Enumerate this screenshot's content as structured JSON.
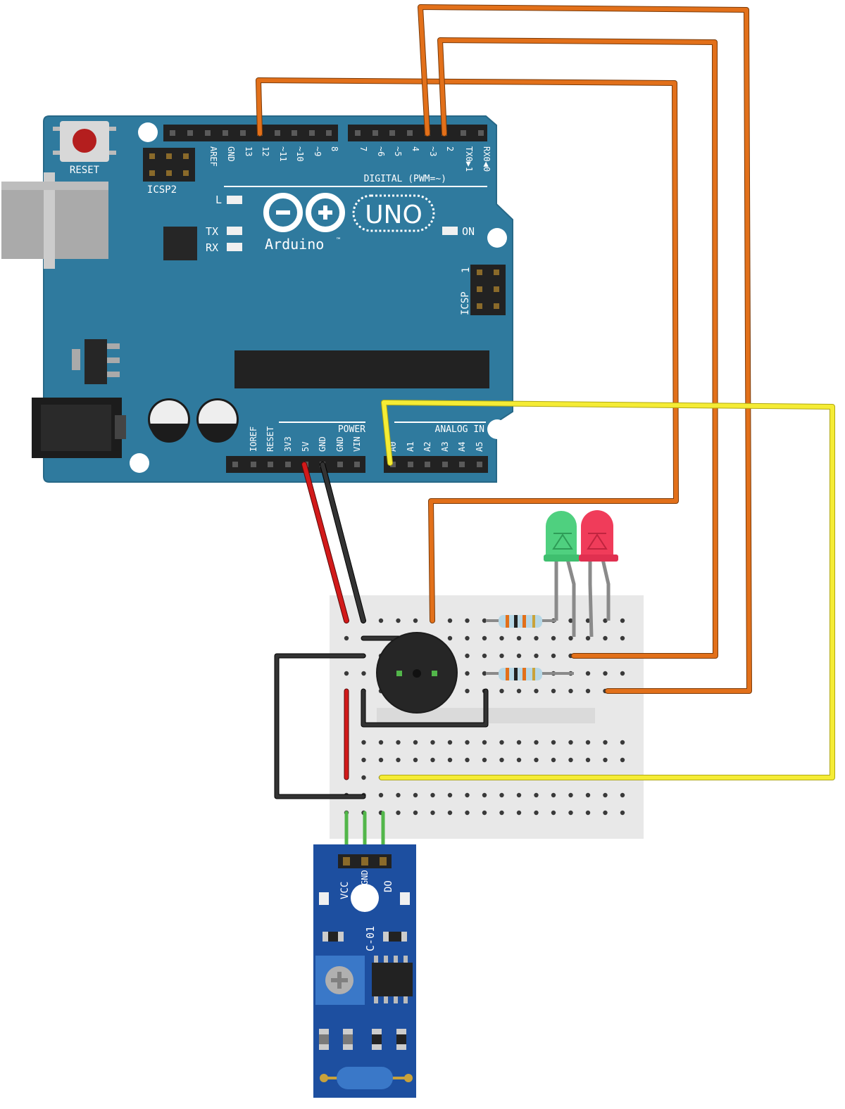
{
  "colors": {
    "board": "#2f7a9e",
    "board_edge": "#276887",
    "wire_orange": "#e2701a",
    "wire_yellow": "#f5ec35",
    "wire_red": "#d21a1a",
    "wire_black": "#222222",
    "wire_green": "#52b64a",
    "breadboard": "#e8e8e8",
    "sensor_pcb": "#1d4fa0",
    "led_green": "#4fd07f",
    "led_red": "#f03c5a"
  },
  "arduino": {
    "reset_label": "RESET",
    "icsp2_label": "ICSP2",
    "icsp_label": "ICSP",
    "icsp_pin1": "1",
    "l_label": "L",
    "tx_label": "TX",
    "rx_label": "RX",
    "on_label": "ON",
    "uno_label": "UNO",
    "brand_label": "Arduino",
    "tm": "™",
    "digital_label": "DIGITAL (PWM=~)",
    "power_label": "POWER",
    "analog_label": "ANALOG IN",
    "digital_pins": [
      "AREF",
      "GND",
      "13",
      "12",
      "~11",
      "~10",
      "~9",
      "8",
      "7",
      "~6",
      "~5",
      "4",
      "~3",
      "2",
      "TX0▶1",
      "RX0◀0"
    ],
    "power_pins": [
      "IOREF",
      "RESET",
      "3V3",
      "5V",
      "GND",
      "GND",
      "VIN"
    ],
    "analog_pins": [
      "A0",
      "A1",
      "A2",
      "A3",
      "A4",
      "A5"
    ]
  },
  "sensor": {
    "vcc_label": "VCC",
    "gnd_label": "GND",
    "do_label": "DO",
    "model_label": "C-01"
  },
  "icons": {
    "arduino_board": "arduino-uno-icon",
    "breadboard": "breadboard-icon",
    "buzzer": "buzzer-icon",
    "led_green": "green-led-icon",
    "led_red": "red-led-icon",
    "resistor": "resistor-icon",
    "sensor_module": "sensor-module-icon"
  }
}
